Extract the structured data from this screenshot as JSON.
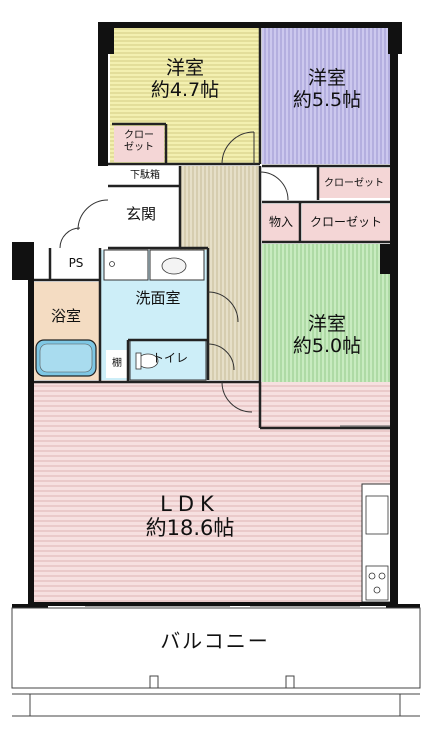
{
  "rooms": {
    "youshitsu_nw": {
      "name": "洋室",
      "size": "約4.7帖"
    },
    "youshitsu_ne": {
      "name": "洋室",
      "size": "約5.5帖"
    },
    "youshitsu_e": {
      "name": "洋室",
      "size": "約5.0帖"
    },
    "ldk": {
      "name": "LDK",
      "size": "約18.6帖"
    },
    "senmenshitsu": {
      "name": "洗面室"
    },
    "yokushitsu": {
      "name": "浴室"
    },
    "toilet": {
      "name": "トイレ"
    },
    "genkan": {
      "name": "玄関"
    },
    "balcony": {
      "name": "バルコニー"
    }
  },
  "storage": {
    "closet_nw_line1": "クロー",
    "closet_nw_line2": "ゼット",
    "closet_ne": "クローゼット",
    "closet_e": "クローゼット",
    "monoire": "物入",
    "getabako": "下駄箱",
    "ps": "PS",
    "tana": "棚"
  },
  "colors": {
    "room_yellow": "#f3f0b0",
    "room_purple": "#c9c5ec",
    "room_green": "#c8ebc0",
    "ldk_pink": "#f6dede",
    "wet_cyan": "#c9eef8",
    "bath_orange": "#f4dcc2",
    "closet_pink": "#f4d6d6",
    "corridor_tan": "#e3dcc4",
    "wall": "#111111"
  }
}
